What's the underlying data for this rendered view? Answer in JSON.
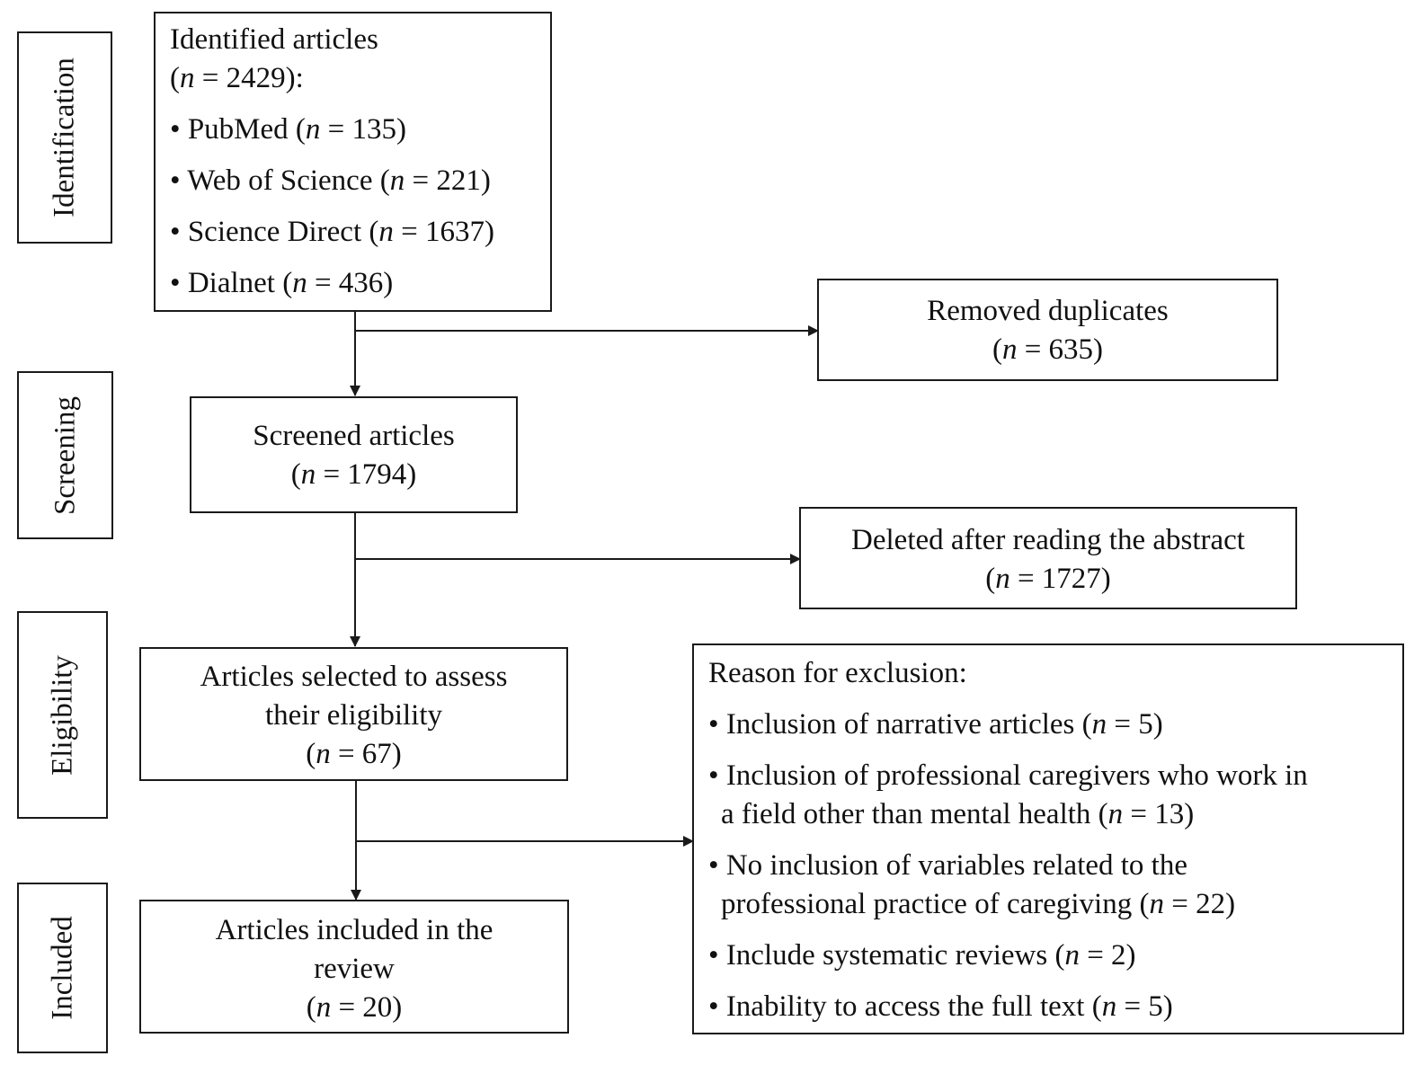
{
  "stages": {
    "identification": "Identification",
    "screening": "Screening",
    "eligibility": "Eligibility",
    "included": "Included"
  },
  "identified": {
    "title": "Identified articles",
    "count_prefix": "(",
    "n": "n",
    "count_value": " = 2429):",
    "sources": [
      {
        "bullet": "•",
        "name": "PubMed (",
        "n": "n",
        "value": " = 135)"
      },
      {
        "bullet": "•",
        "name": "Web of Science (",
        "n": "n",
        "value": " = 221)"
      },
      {
        "bullet": "•",
        "name": "Science Direct (",
        "n": "n",
        "value": " = 1637)"
      },
      {
        "bullet": "•",
        "name": "Dialnet (",
        "n": "n",
        "value": " = 436)"
      }
    ]
  },
  "removed": {
    "title": "Removed duplicates",
    "count_prefix": "(",
    "n": "n",
    "count_value": " = 635)"
  },
  "screened": {
    "title": "Screened articles",
    "count_prefix": "(",
    "n": "n",
    "count_value": " = 1794)"
  },
  "deleted": {
    "title": "Deleted after reading the abstract",
    "count_prefix": "(",
    "n": "n",
    "count_value": " = 1727)"
  },
  "eligibility": {
    "line1": "Articles selected to assess",
    "line2": "their eligibility",
    "count_prefix": "(",
    "n": "n",
    "count_value": " = 67)"
  },
  "included": {
    "line1": "Articles included in the",
    "line2": "review",
    "count_prefix": "(",
    "n": "n",
    "count_value": " = 20)"
  },
  "exclusion": {
    "title": "Reason for exclusion:",
    "reasons": [
      {
        "bullet": "•",
        "line1": "Inclusion of narrative articles (",
        "n": "n",
        "value": " = 5)"
      },
      {
        "bullet": "•",
        "line1": "Inclusion of professional caregivers who work in",
        "line2": "a field other than mental health (",
        "n": "n",
        "value": " = 13)"
      },
      {
        "bullet": "•",
        "line1": "No inclusion of variables related to the",
        "line2": "professional practice of caregiving (",
        "n": "n",
        "value": " = 22)"
      },
      {
        "bullet": "•",
        "line1": "Include systematic reviews (",
        "n": "n",
        "value": " = 2)"
      },
      {
        "bullet": "•",
        "line1": "Inability to access the full text (",
        "n": "n",
        "value": " = 5)"
      }
    ]
  }
}
